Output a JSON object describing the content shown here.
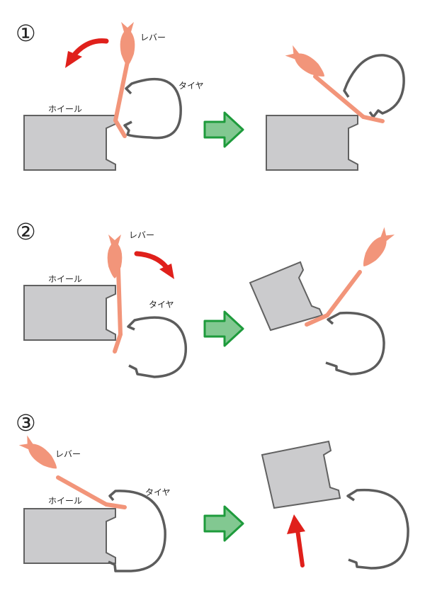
{
  "labels": {
    "lever": "レバー",
    "tire": "タイヤ",
    "wheel": "ホイール"
  },
  "steps": [
    {
      "number": "①"
    },
    {
      "number": "②"
    },
    {
      "number": "③"
    }
  ],
  "colors": {
    "lever": "#f2957a",
    "wheel_fill": "#cbcbcd",
    "wheel_stroke": "#616161",
    "tire_stroke": "#5c5c5c",
    "red_arrow": "#e0201b",
    "green_arrow_fill": "#82c891",
    "green_arrow_stroke": "#1e9b3c"
  },
  "icons": {
    "curved_arrow": "curved-arrow-icon",
    "transition_arrow": "right-arrow-icon",
    "straight_arrow": "up-arrow-icon"
  }
}
